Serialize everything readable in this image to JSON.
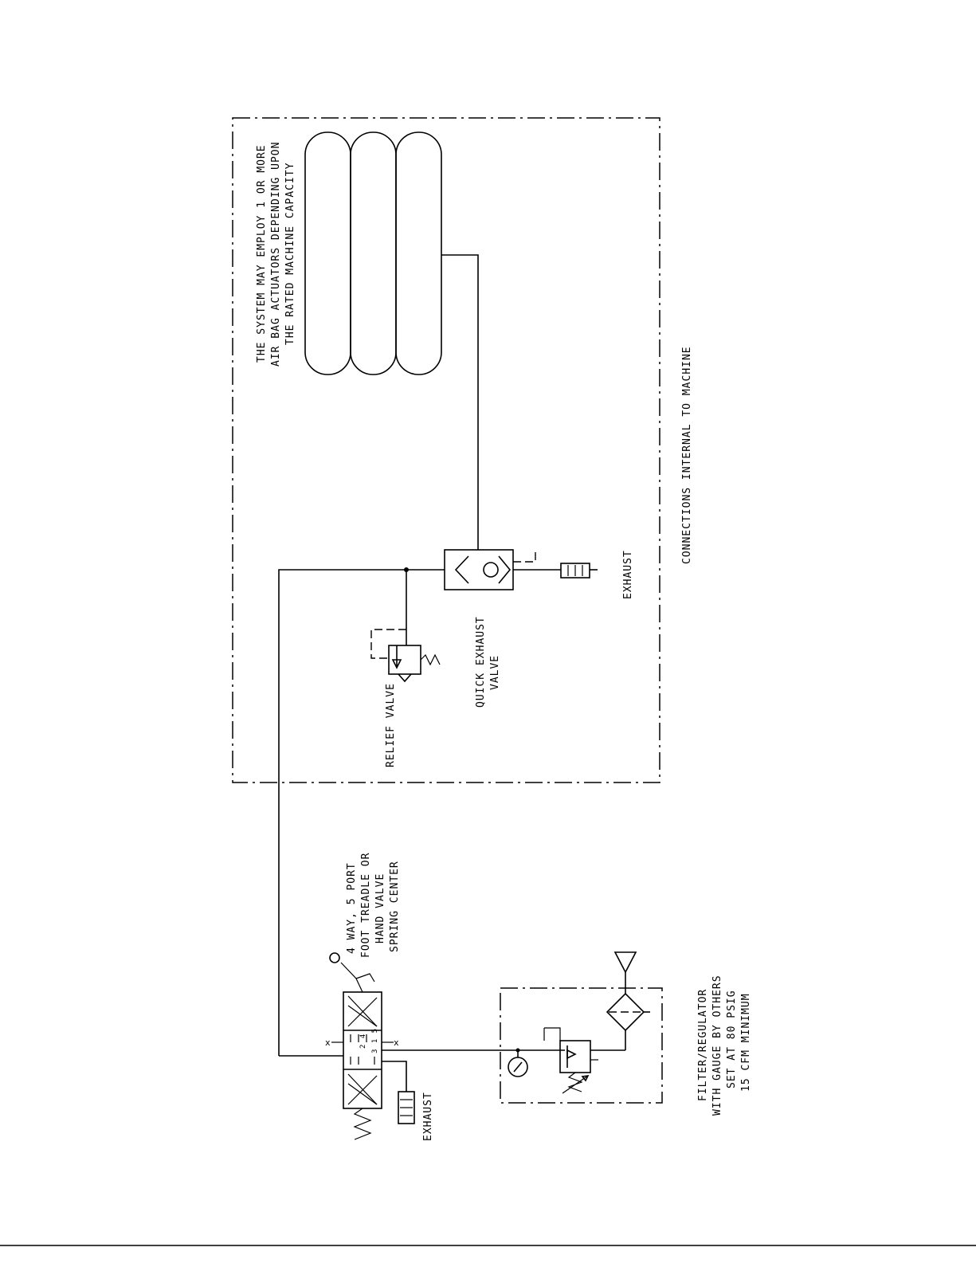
{
  "labels": {
    "actuator_note": [
      "THE SYSTEM MAY EMPLOY 1 OR MORE",
      "AIR BAG ACTUATORS DEPENDING UPON",
      "THE RATED MACHINE CAPACITY"
    ],
    "connections": "CONNECTIONS INTERNAL TO MACHINE",
    "exhaust_top": "EXHAUST",
    "quick_exhaust_valve": [
      "QUICK EXHAUST",
      "VALVE"
    ],
    "relief_valve": "RELIEF VALVE",
    "treadle_valve": [
      "4 WAY, 5 PORT",
      "FOOT TREADLE OR",
      "HAND VALVE",
      "SPRING CENTER"
    ],
    "exhaust_bottom": "EXHAUST",
    "filter_regulator": [
      "FILTER/REGULATOR",
      "WITH GAUGE BY OTHERS",
      "SET AT 80 PSIG",
      "15 CFM MINIMUM"
    ],
    "port_numbers": {
      "top": "2 4",
      "bottom": "3 1 5"
    }
  }
}
